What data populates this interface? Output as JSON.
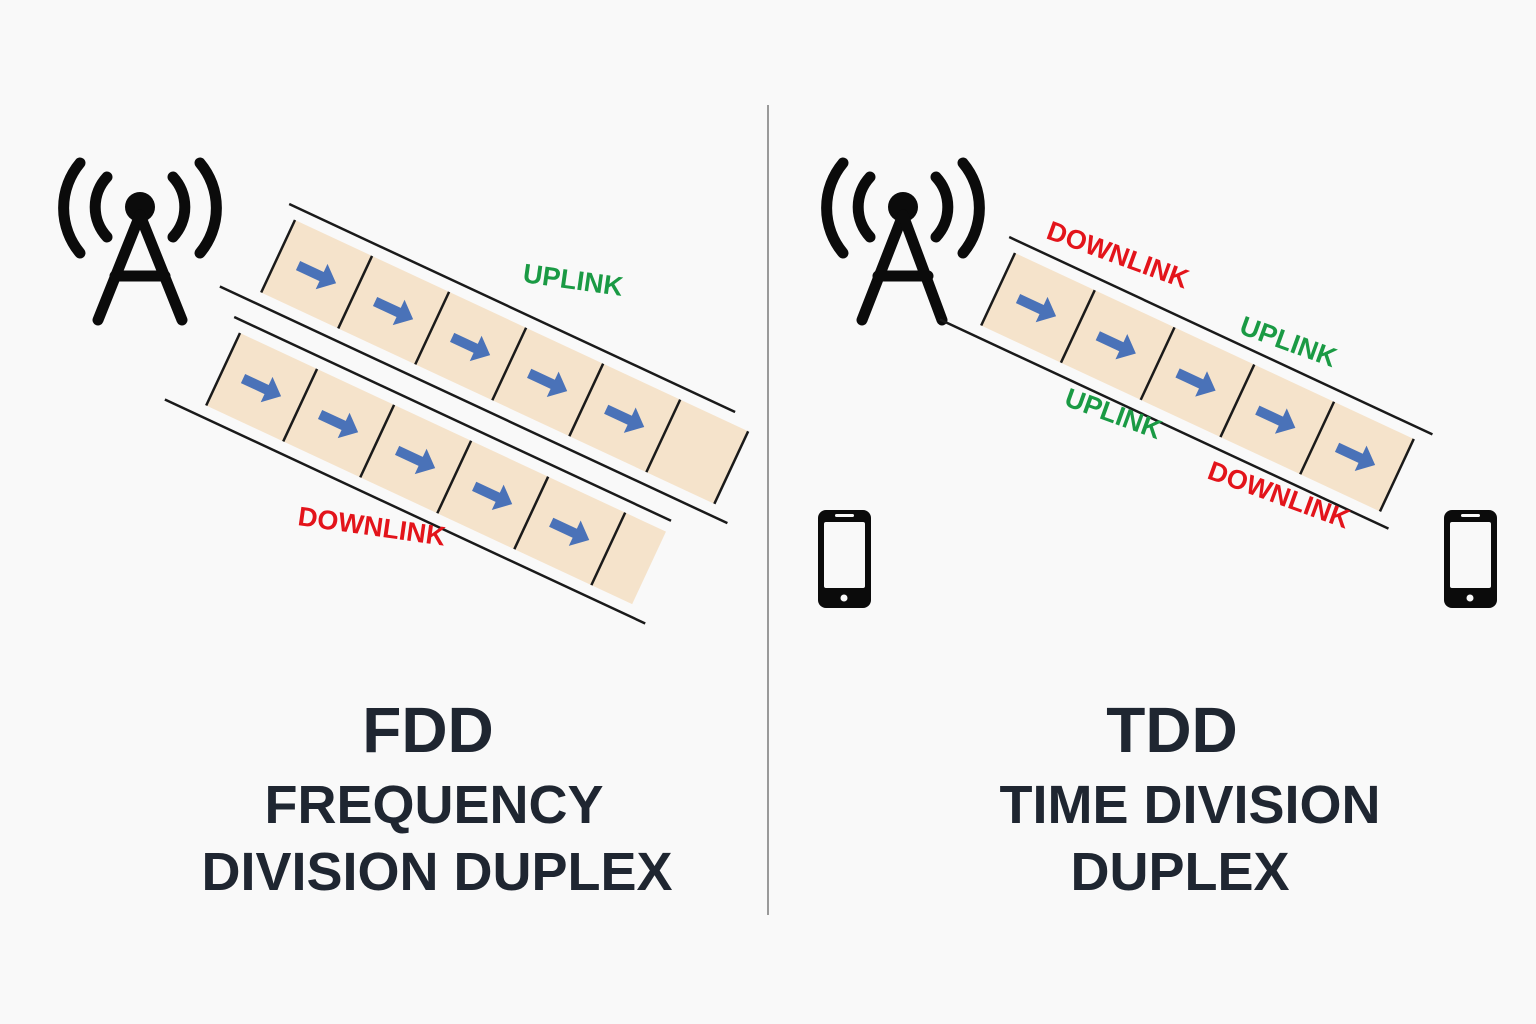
{
  "colors": {
    "background": "#f9f9f9",
    "cell_fill": "#f5e3cb",
    "arrow": "#4a72b8",
    "uplink": "#1a9a44",
    "downlink": "#e3141b",
    "title": "#1f2631",
    "icon": "#0b0b0b",
    "divider": "#9a9a9a"
  },
  "fdd": {
    "abbr": "FDD",
    "title_line1": "FREQUENCY",
    "title_line2": "DIVISION DUPLEX",
    "uplink_label": "UPLINK",
    "downlink_label": "DOWNLINK",
    "icons": [
      "cell-tower-icon"
    ],
    "uplink_band_slots": 5,
    "downlink_band_slots": 5
  },
  "tdd": {
    "abbr": "TDD",
    "title_line1": "TIME DIVISION",
    "title_line2": "DUPLEX",
    "labels": {
      "downlink_top": "DOWNLINK",
      "uplink_top": "UPLINK",
      "uplink_bottom": "UPLINK",
      "downlink_bottom": "DOWNLINK"
    },
    "icons": [
      "cell-tower-icon",
      "smartphone-icon",
      "smartphone-icon"
    ],
    "band_slots": 5
  }
}
